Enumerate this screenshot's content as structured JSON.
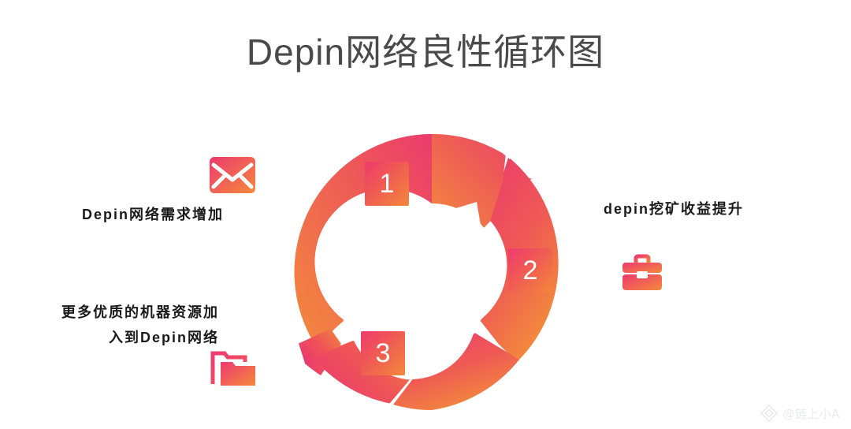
{
  "page": {
    "title": "Depin网络良性循环图",
    "background_color": "#ffffff",
    "title_color": "#4a4a4a"
  },
  "diagram": {
    "type": "cycle",
    "direction": "clockwise",
    "segment_count": 3,
    "gradient_start": "#ef3a6e",
    "gradient_end": "#f3873c",
    "steps": [
      {
        "number": "1",
        "badge_label": "1",
        "label": "Depin网络需求增加",
        "icon": "envelope-icon",
        "position": "left-top"
      },
      {
        "number": "2",
        "badge_label": "2",
        "label": "depin挖矿收益提升",
        "icon": "briefcase-icon",
        "position": "right"
      },
      {
        "number": "3",
        "badge_label": "3",
        "label_line_1": "更多优质的机器资源加",
        "label_line_2": "入到Depin网络",
        "icon": "folder-icon",
        "position": "left-bottom"
      }
    ]
  },
  "watermark": {
    "handle": "@链上小A",
    "color": "#b9bdc4"
  }
}
